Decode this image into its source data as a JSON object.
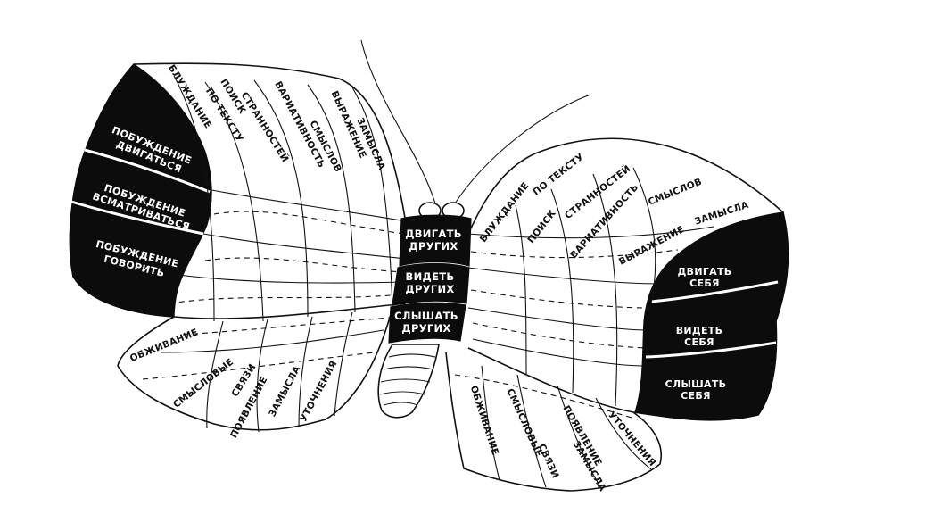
{
  "body": {
    "segments": [
      [
        "ДВИГАТЬ",
        "ДРУГИХ"
      ],
      [
        "ВИДЕТЬ",
        "ДРУГИХ"
      ],
      [
        "СЛЫШАТЬ",
        "ДРУГИХ"
      ]
    ]
  },
  "left_upper_wing": {
    "black_labels": [
      [
        "ПОБУЖДЕНИЕ",
        "ДВИГАТЬСЯ"
      ],
      [
        "ПОБУЖДЕНИЕ",
        "ВСМАТРИВАТЬСЯ"
      ],
      [
        "ПОБУЖДЕНИЕ",
        "ГОВОРИТЬ"
      ]
    ],
    "column_labels": [
      [
        "БЛУЖДАНИЕ",
        "ПО ТЕКСТУ"
      ],
      [
        "ПОИСК",
        "СТРАННОСТЕЙ"
      ],
      [
        "ВАРИАТИВНОСТЬ",
        "СМЫСЛОВ"
      ],
      [
        "ВЫРАЖЕНИЕ",
        "ЗАМЫСЛА"
      ]
    ]
  },
  "left_lower_wing": {
    "labels": [
      "ОБЖИВАНИЕ",
      "СМЫСЛОВЫЕ",
      "СВЯЗИ",
      "ПОЯВЛЕНИЕ",
      "ЗАМЫСЛА",
      "УТОЧНЕНИЯ"
    ]
  },
  "right_upper_wing": {
    "labels": [
      "БЛУЖДАНИЕ",
      "ПО ТЕКСТУ",
      "ПОИСК",
      "СТРАННОСТЕЙ",
      "ВАРИАТИВНОСТЬ",
      "СМЫСЛОВ",
      "ВЫРАЖЕНИЕ",
      "ЗАМЫСЛА"
    ],
    "black_labels": [
      [
        "ДВИГАТЬ",
        "СЕБЯ"
      ],
      [
        "ВИДЕТЬ",
        "СЕБЯ"
      ],
      [
        "СЛЫШАТЬ",
        "СЕБЯ"
      ]
    ]
  },
  "right_lower_wing": {
    "labels": [
      "ОБЖИВАНИЕ",
      "СМЫСЛОВЫЕ",
      "СВЯЗИ",
      "ПОЯВЛЕНИЕ",
      "ЗАМЫСЛА",
      "УТОЧНЕНИЯ"
    ]
  }
}
